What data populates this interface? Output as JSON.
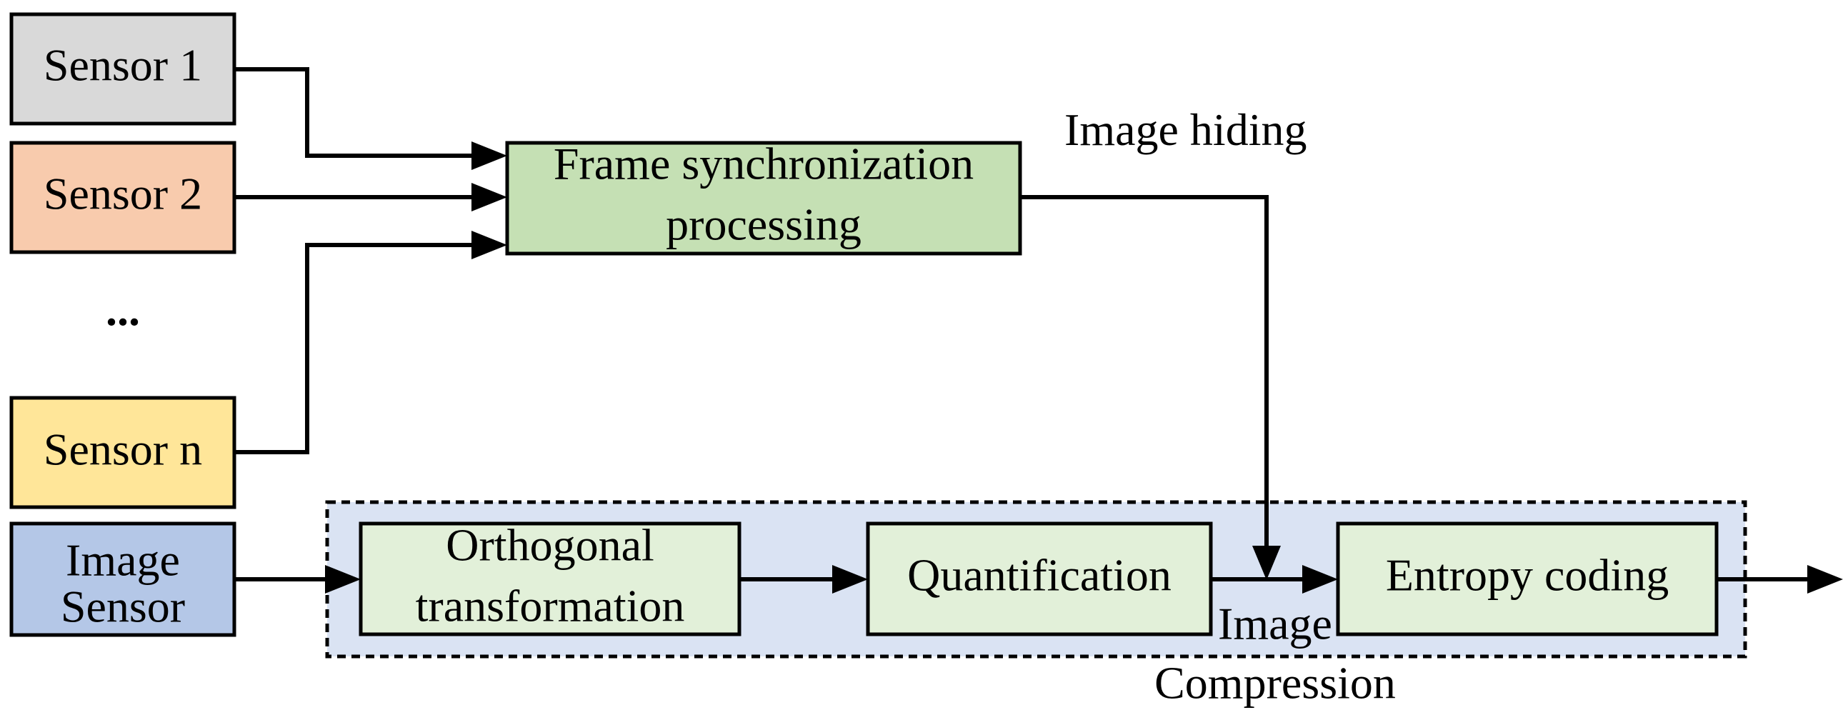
{
  "sensors": [
    {
      "label": "Sensor 1",
      "color": "#d9d9d9"
    },
    {
      "label": "Sensor 2",
      "color": "#f8cbad"
    },
    {
      "label": "Sensor n",
      "color": "#ffe699"
    }
  ],
  "ellipsis": "...",
  "image_sensor": {
    "line1": "Image",
    "line2": "Sensor",
    "color": "#b4c7e7"
  },
  "frame_sync": {
    "line1": "Frame synchronization",
    "line2": "processing",
    "color": "#c5e0b4"
  },
  "labels": {
    "image_hiding": "Image hiding",
    "image_compression_line1": "Image",
    "image_compression_line2": "Compression"
  },
  "compression_group": {
    "fill": "#dae3f3"
  },
  "stages": [
    {
      "line1": "Orthogonal",
      "line2": "transformation"
    },
    {
      "line1": "Quantification"
    },
    {
      "line1": "Entropy coding"
    }
  ],
  "stage_color": "#e2f0d9"
}
